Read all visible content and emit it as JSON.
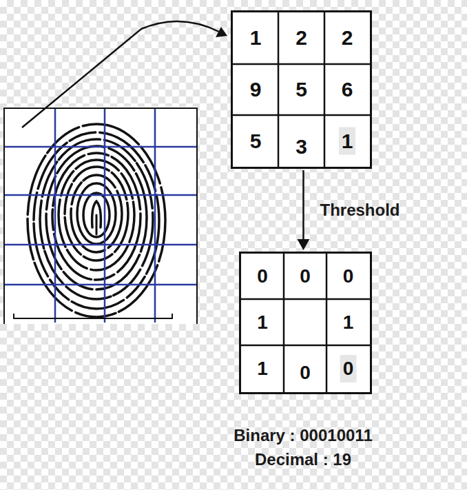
{
  "diagram": {
    "nodes": [
      {
        "text": [
          "1",
          "2",
          "2",
          "9",
          "5",
          "6",
          "5",
          "3",
          "1"
        ]
      },
      {
        "text": [
          "0",
          "0",
          "0",
          "1",
          "1",
          "1",
          "0",
          "0"
        ]
      }
    ],
    "edges": [
      {
        "from": 0,
        "to": 1,
        "arrow": "to",
        "label": "Threshold"
      }
    ],
    "labels": [
      "Binary : 00010011",
      "Decimal : 19"
    ]
  }
}
